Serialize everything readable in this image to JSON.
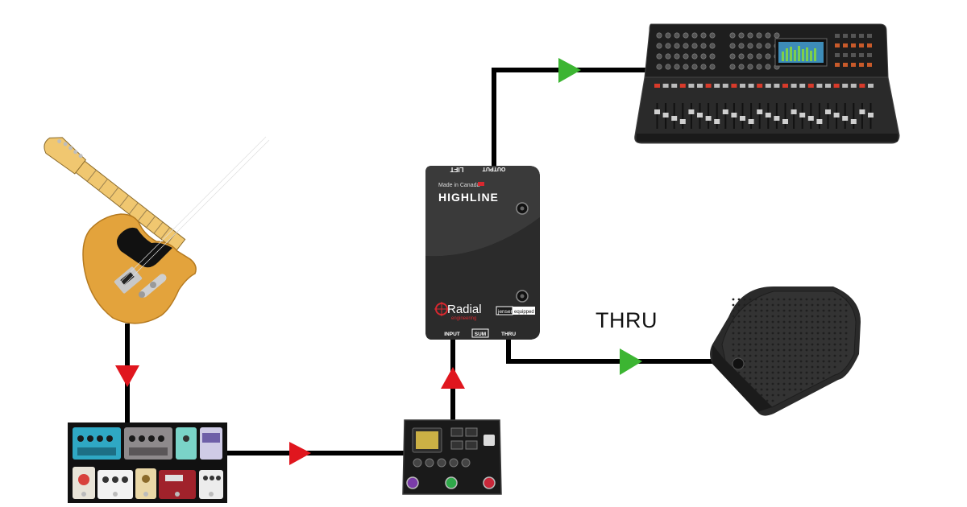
{
  "colors": {
    "cable": "#000000",
    "arrow_in": "#e0161e",
    "arrow_out": "#3cb532",
    "di_body": "#1c1c1c",
    "guitar_body": "#e3a33c",
    "pickguard": "#111111",
    "pedalboard": "#111111",
    "mixer": "#232323",
    "speaker": "#2a2a2a"
  },
  "di_box": {
    "brand": "Radial",
    "brand_sub": "engineering",
    "model": "HIGHLINE",
    "made_in": "Made in Canada",
    "output_label": "OUTPUT",
    "lift_label": "LIFT",
    "input_label": "INPUT",
    "sum_label": "SUM",
    "thru_label": "THRU",
    "jensen_label": "jensen",
    "equipped_label": "equipped"
  },
  "labels": {
    "thru": "THRU"
  },
  "devices": {
    "guitar": "electric-guitar",
    "pedalboard": "pedalboard",
    "multi_effects": "multi-effects-processor",
    "di": "di-box",
    "mixer": "digital-mixing-console",
    "monitor": "stage-monitor-speaker"
  }
}
